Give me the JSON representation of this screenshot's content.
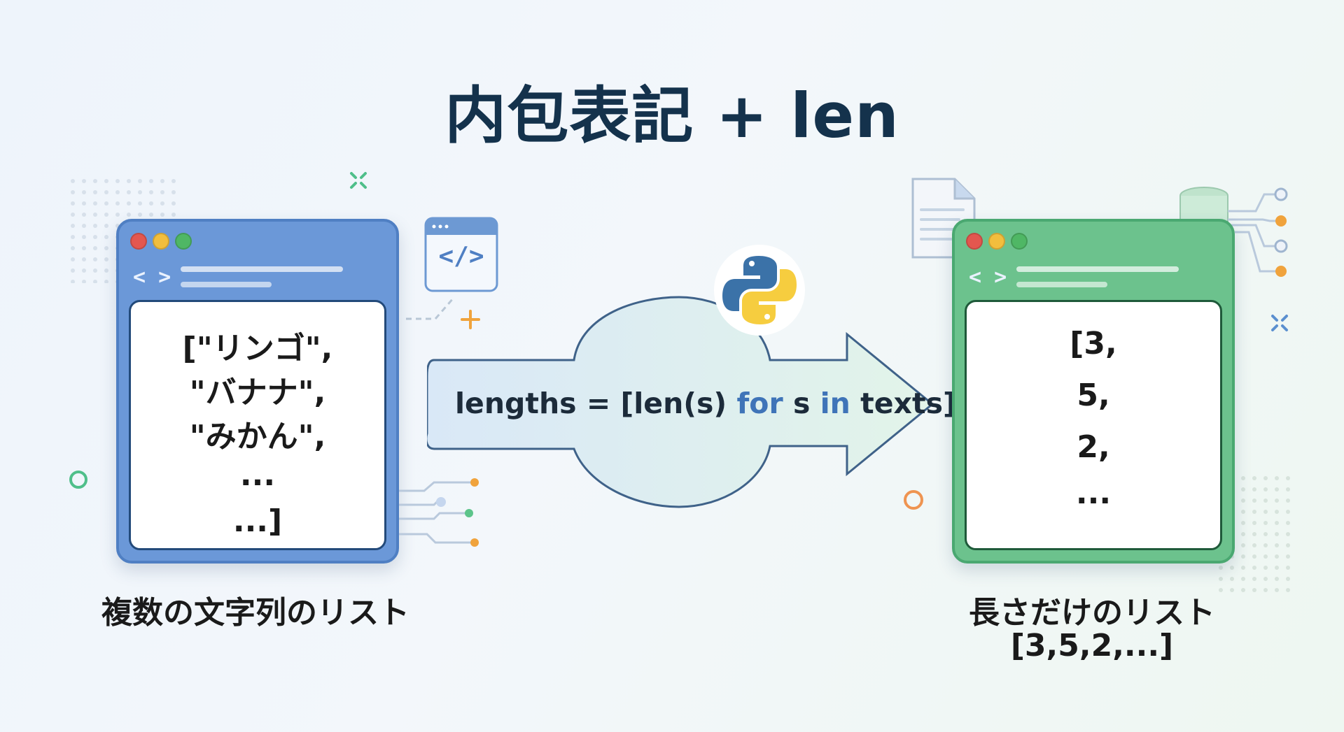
{
  "title": "内包表記 + len",
  "input": {
    "lines": [
      "[\"リンゴ\",",
      "\"バナナ\",",
      "\"みかん\",",
      "...",
      "...]"
    ],
    "caption": "複数の文字列のリスト"
  },
  "transform": {
    "code_parts": [
      {
        "text": "lengths = [len(s) ",
        "role": "plain"
      },
      {
        "text": "for",
        "role": "keyword"
      },
      {
        "text": " s ",
        "role": "plain"
      },
      {
        "text": "in",
        "role": "keyword"
      },
      {
        "text": " texts]",
        "role": "plain"
      }
    ]
  },
  "output": {
    "lines": [
      "[3,",
      "5,",
      "2,",
      "..."
    ],
    "caption_line1": "長さだけのリスト",
    "caption_line2": "[3,5,2,...]"
  },
  "toolbar_code_glyph": "< >",
  "code_badge_glyph": "</>",
  "icons": [
    "code-window-icon",
    "python-logo-icon",
    "document-icon",
    "database-icon",
    "circuit-icon",
    "plus-icon",
    "sparkle-icon"
  ],
  "colors": {
    "title": "#14324c",
    "input_window": "#6b98d8",
    "output_window": "#6cc28d",
    "keyword": "#3f74b8",
    "python_blue": "#3b72a8",
    "python_yellow": "#f6cd3f"
  }
}
